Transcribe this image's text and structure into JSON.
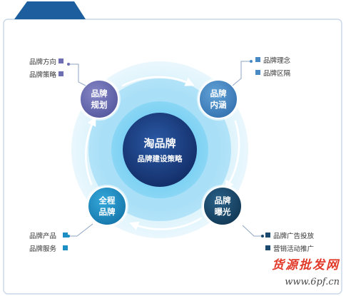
{
  "center": {
    "title": "淘品牌",
    "subtitle": "品牌建设策略"
  },
  "nodes": [
    {
      "key": "plan",
      "line1": "品牌",
      "line2": "规划",
      "color": "#6e6fb3"
    },
    {
      "key": "connotation",
      "line1": "品牌",
      "line2": "内涵",
      "color": "#4a8ac4"
    },
    {
      "key": "exposure",
      "line1": "品牌",
      "line2": "曝光",
      "color": "#1c4a6e"
    },
    {
      "key": "full",
      "line1": "全程",
      "line2": "品牌",
      "color": "#1d8fc5"
    }
  ],
  "labels": {
    "plan": [
      "品牌方向",
      "品牌策略"
    ],
    "connotation": [
      "品牌理念",
      "品牌区隔"
    ],
    "exposure": [
      "品牌广告投放",
      "营销活动推广"
    ],
    "full": [
      "品牌产品",
      "品牌服务"
    ]
  },
  "watermark": {
    "cn": "货源批发网",
    "url": "www.6pf.cn"
  },
  "colors": {
    "frame": "#c9d7e8",
    "tab": "#1d5f9e",
    "ring_outer": "#d4eefb",
    "ring_mid": "#9fdaf6",
    "arrow": "#ffffff",
    "center_outer": "#5fc8ef",
    "center_inner": "#1b3f86"
  }
}
